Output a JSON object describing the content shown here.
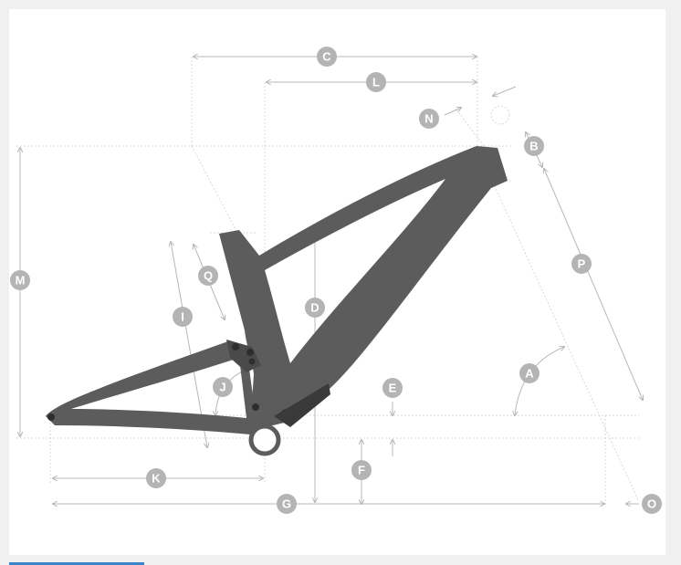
{
  "labels": {
    "A": "A",
    "B": "B",
    "C": "C",
    "D": "D",
    "E": "E",
    "F": "F",
    "G": "G",
    "I": "I",
    "J": "J",
    "K": "K",
    "L": "L",
    "M": "M",
    "N": "N",
    "O": "O",
    "P": "P",
    "Q": "Q"
  },
  "colors": {
    "frame": "#5c5c5c",
    "frame_dark": "#3a3a3a",
    "label_circle": "#b4b4b4",
    "dimension_line": "#b8b8b8",
    "accent": "#3a86c8"
  }
}
